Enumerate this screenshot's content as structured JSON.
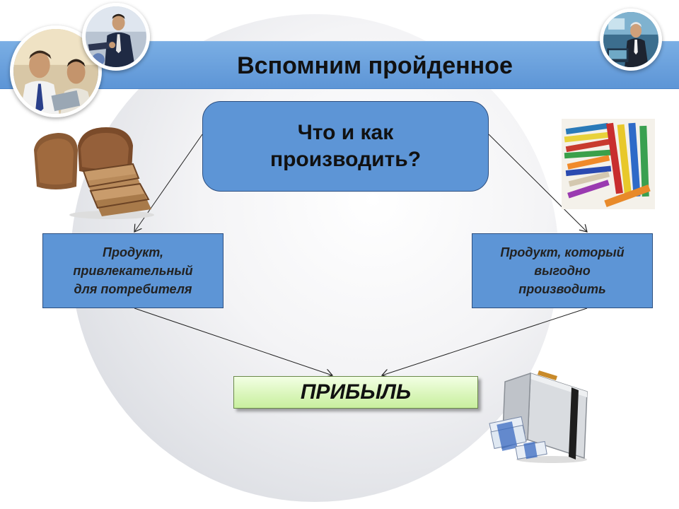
{
  "slide": {
    "title": "Вспомним пройденное"
  },
  "diagram": {
    "question": "Что и как\nпроизводить?",
    "left_box": "Продукт,\nпривлекательный\nдля потребителя",
    "right_box": "Продукт, который\nвыгодно\nпроизводить",
    "result_box": "ПРИБЫЛЬ"
  },
  "colors": {
    "title_band": "#5d95d6",
    "box_fill": "#5d95d6",
    "box_border": "#2d4f80",
    "result_fill": "#d8f5b8"
  }
}
